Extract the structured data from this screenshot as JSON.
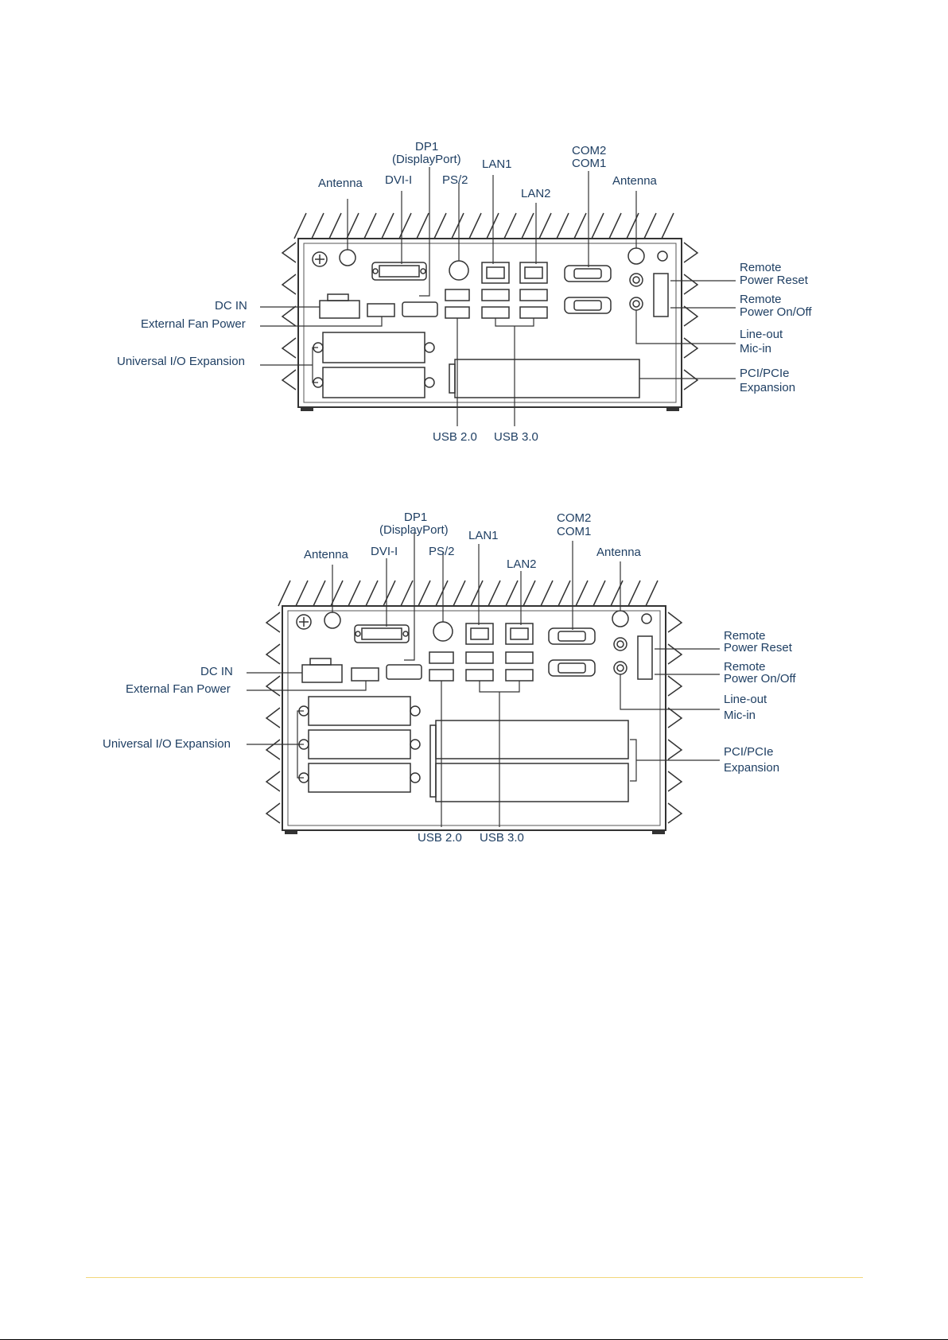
{
  "diagrams": [
    {
      "labels": {
        "antenna_left": "Antenna",
        "dvi": "DVI-I",
        "dp1": "DP1",
        "displayport": "(DisplayPort)",
        "ps2": "PS/2",
        "lan1": "LAN1",
        "lan2": "LAN2",
        "com2": "COM2",
        "com1": "COM1",
        "antenna_right": "Antenna",
        "remote_reset_1": "Remote",
        "remote_reset_2": "Power Reset",
        "remote_onoff_1": "Remote",
        "remote_onoff_2": "Power On/Off",
        "lineout": "Line-out",
        "micin": "Mic-in",
        "pci_1": "PCI/PCIe",
        "pci_2": "Expansion",
        "dc_in": "DC IN",
        "ext_fan": "External Fan Power",
        "uio": "Universal I/O Expansion",
        "usb2": "USB 2.0",
        "usb3": "USB 3.0"
      }
    },
    {
      "labels": {
        "antenna_left": "Antenna",
        "dvi": "DVI-I",
        "dp1": "DP1",
        "displayport": "(DisplayPort)",
        "ps2": "PS/2",
        "lan1": "LAN1",
        "lan2": "LAN2",
        "com2": "COM2",
        "com1": "COM1",
        "antenna_right": "Antenna",
        "remote_reset_1": "Remote",
        "remote_reset_2": "Power Reset",
        "remote_onoff_1": "Remote",
        "remote_onoff_2": "Power On/Off",
        "lineout": "Line-out",
        "micin": "Mic-in",
        "pci_1": "PCI/PCIe",
        "pci_2": "Expansion",
        "dc_in": "DC IN",
        "ext_fan": "External Fan Power",
        "uio": "Universal I/O Expansion",
        "usb2": "USB 2.0",
        "usb3": "USB 3.0"
      }
    }
  ],
  "colors": {
    "label_text": "#1f3f63",
    "line": "#333333",
    "footer_rule": "#f2d77a"
  }
}
